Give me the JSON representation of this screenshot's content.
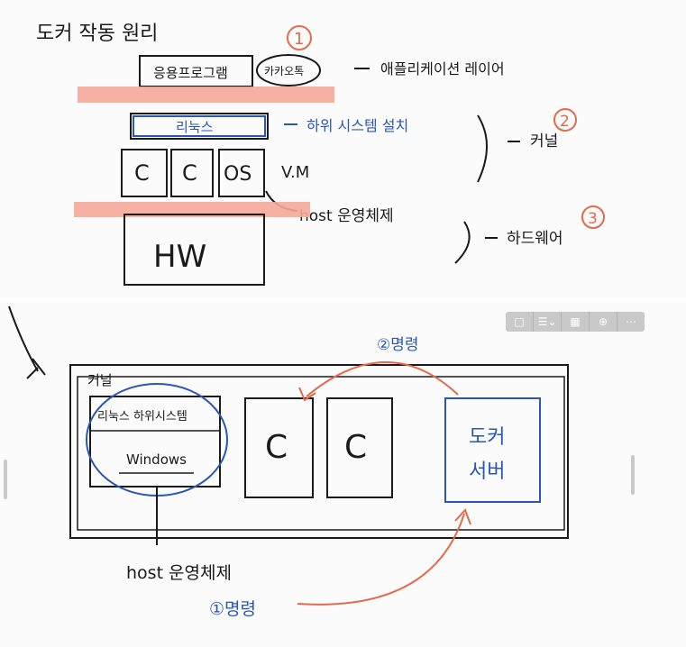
{
  "top": {
    "title": "도커 작동 원리",
    "app_box": "응용프로그램",
    "app_oval": "카카오톡",
    "app_layer": "애플리케이션 레이어",
    "linux_box": "리눅스",
    "sub_system": "하위 시스템 설치",
    "c1": "C",
    "c2": "C",
    "os": "OS",
    "vm": "V.M",
    "host_os": "host 운영체제",
    "hw": "HW",
    "kernel": "커널",
    "hardware": "하드웨어",
    "num1": "1",
    "num2": "2",
    "num3": "3"
  },
  "bottom": {
    "kernel": "커널",
    "linux_sub": "리눅스 하위시스템",
    "windows": "Windows",
    "c1": "C",
    "c2": "C",
    "docker_line1": "도커",
    "docker_line2": "서버",
    "cmd2": "②명령",
    "cmd1": "①명령",
    "host_os": "host 운영체제"
  },
  "toolbar": {
    "icons": [
      "comment-icon",
      "text-select-icon",
      "chevron-down-icon",
      "highlight-icon",
      "download-icon",
      "more-icon"
    ]
  },
  "colors": {
    "ink": "#1a1a1a",
    "blue": "#2a56b8",
    "orange": "#e5694a",
    "highlight": "#f5a99a"
  }
}
